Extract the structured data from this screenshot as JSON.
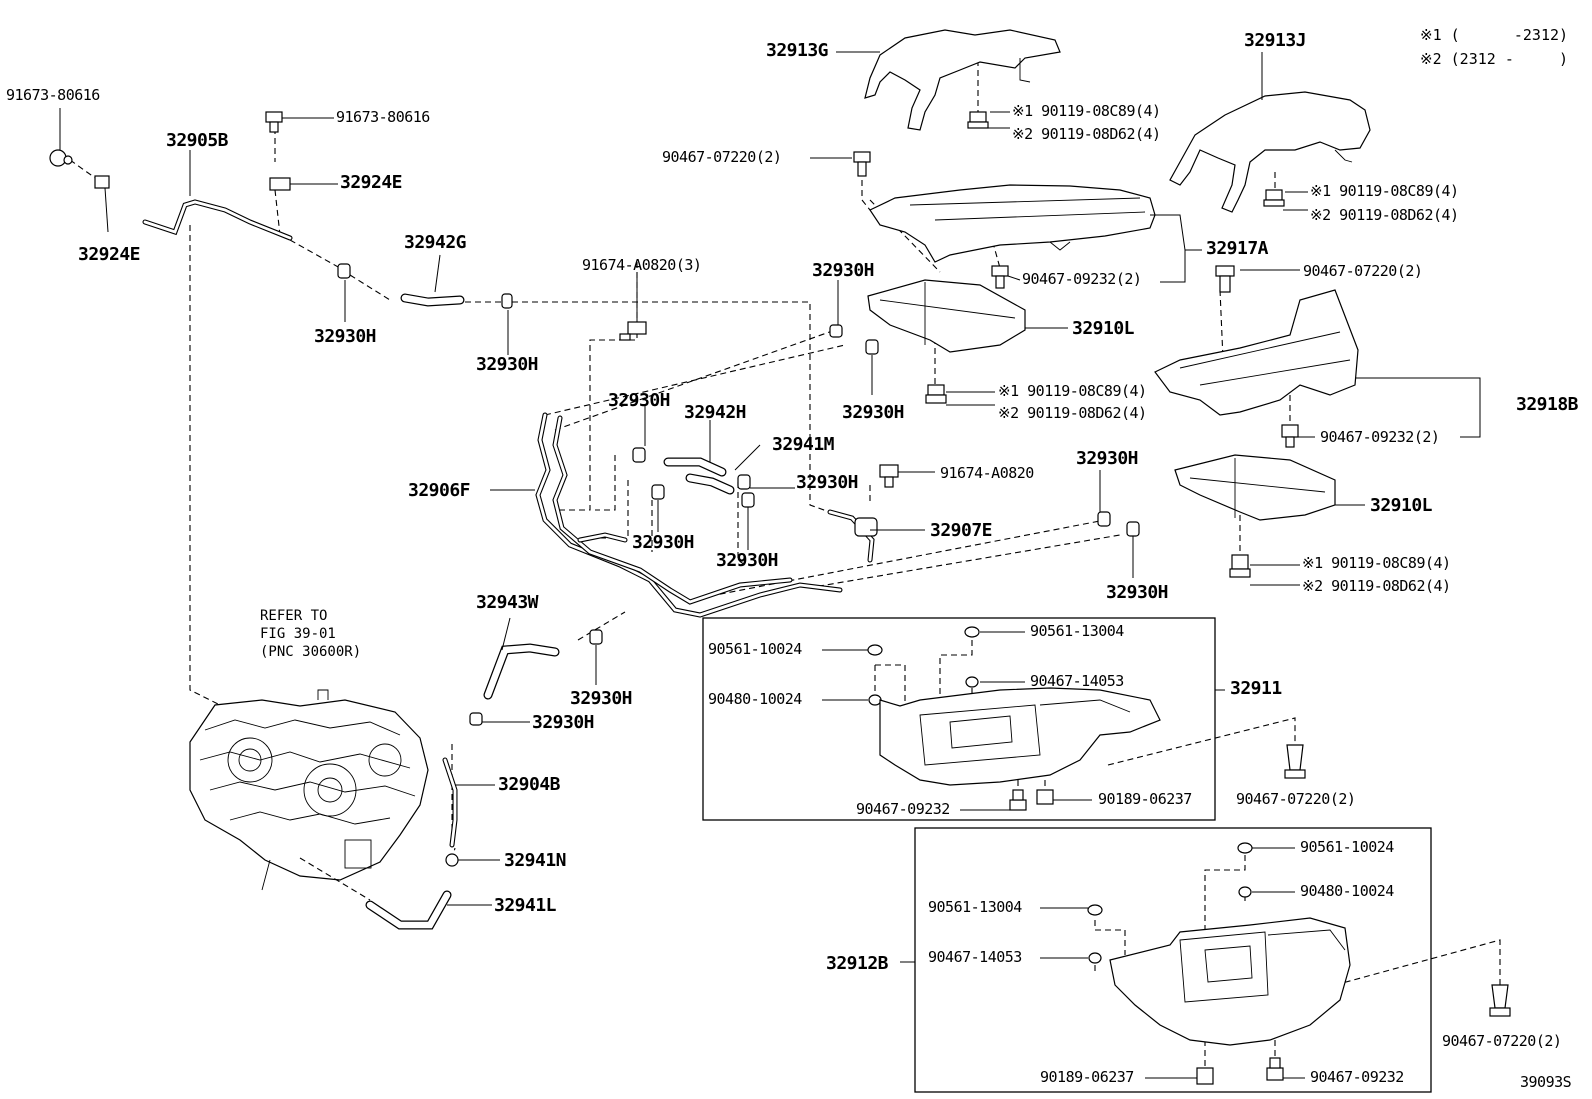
{
  "figure_id": "39093S",
  "legend": {
    "note1": "※1 (      -2312)",
    "note2": "※2 (2312 -     )"
  },
  "refer_note": {
    "line1": "REFER TO",
    "line2": "FIG 39-01",
    "line3": "(PNC 30600R)"
  },
  "labels": {
    "l_91673_80616_a": "91673-80616",
    "l_91673_80616_b": "91673-80616",
    "l_32905B": "32905B",
    "l_32924E_a": "32924E",
    "l_32924E_b": "32924E",
    "l_32942G": "32942G",
    "l_32930H_1": "32930H",
    "l_32930H_2": "32930H",
    "l_91674_A0820_3": "91674-A0820(3)",
    "l_32913G": "32913G",
    "l_32913J": "32913J",
    "l_90467_07220_2_a": "90467-07220(2)",
    "l_90119_08C89_4_a": "※1 90119-08C89(4)",
    "l_90119_08D62_4_a": "※2 90119-08D62(4)",
    "l_90119_08C89_4_b": "※1 90119-08C89(4)",
    "l_90119_08D62_4_b": "※2 90119-08D62(4)",
    "l_32917A": "32917A",
    "l_32930H_3": "32930H",
    "l_90467_09232_2_a": "90467-09232(2)",
    "l_90467_07220_2_b": "90467-07220(2)",
    "l_32910L_a": "32910L",
    "l_32930H_4": "32930H",
    "l_90119_08C89_4_c": "※1 90119-08C89(4)",
    "l_90119_08D62_4_c": "※2 90119-08D62(4)",
    "l_32930H_5": "32930H",
    "l_32942H": "32942H",
    "l_32918B": "32918B",
    "l_90467_09232_2_b": "90467-09232(2)",
    "l_32941M": "32941M",
    "l_32930H_6": "32930H",
    "l_91674_A0820": "91674-A0820",
    "l_32906F": "32906F",
    "l_32930H_7": "32930H",
    "l_32910L_b": "32910L",
    "l_32907E": "32907E",
    "l_32930H_8": "32930H",
    "l_32930H_9": "32930H",
    "l_32930H_10": "32930H",
    "l_90119_08C89_4_d": "※1 90119-08C89(4)",
    "l_90119_08D62_4_d": "※2 90119-08D62(4)",
    "l_32943W": "32943W",
    "l_90561_10024_a": "90561-10024",
    "l_90561_13004_a": "90561-13004",
    "l_32930H_11": "32930H",
    "l_90467_14053_a": "90467-14053",
    "l_32911": "32911",
    "l_90480_10024_a": "90480-10024",
    "l_32930H_12": "32930H",
    "l_32904B": "32904B",
    "l_90467_09232": "90467-09232",
    "l_90189_06237_a": "90189-06237",
    "l_90467_07220_2_c": "90467-07220(2)",
    "l_32941N": "32941N",
    "l_90561_10024_b": "90561-10024",
    "l_32941L": "32941L",
    "l_90480_10024_b": "90480-10024",
    "l_90561_13004_b": "90561-13004",
    "l_32912B": "32912B",
    "l_90467_14053_b": "90467-14053",
    "l_90467_07220_2_d": "90467-07220(2)",
    "l_90189_06237_b": "90189-06237",
    "l_90467_09232_2_c": "90467-09232"
  }
}
